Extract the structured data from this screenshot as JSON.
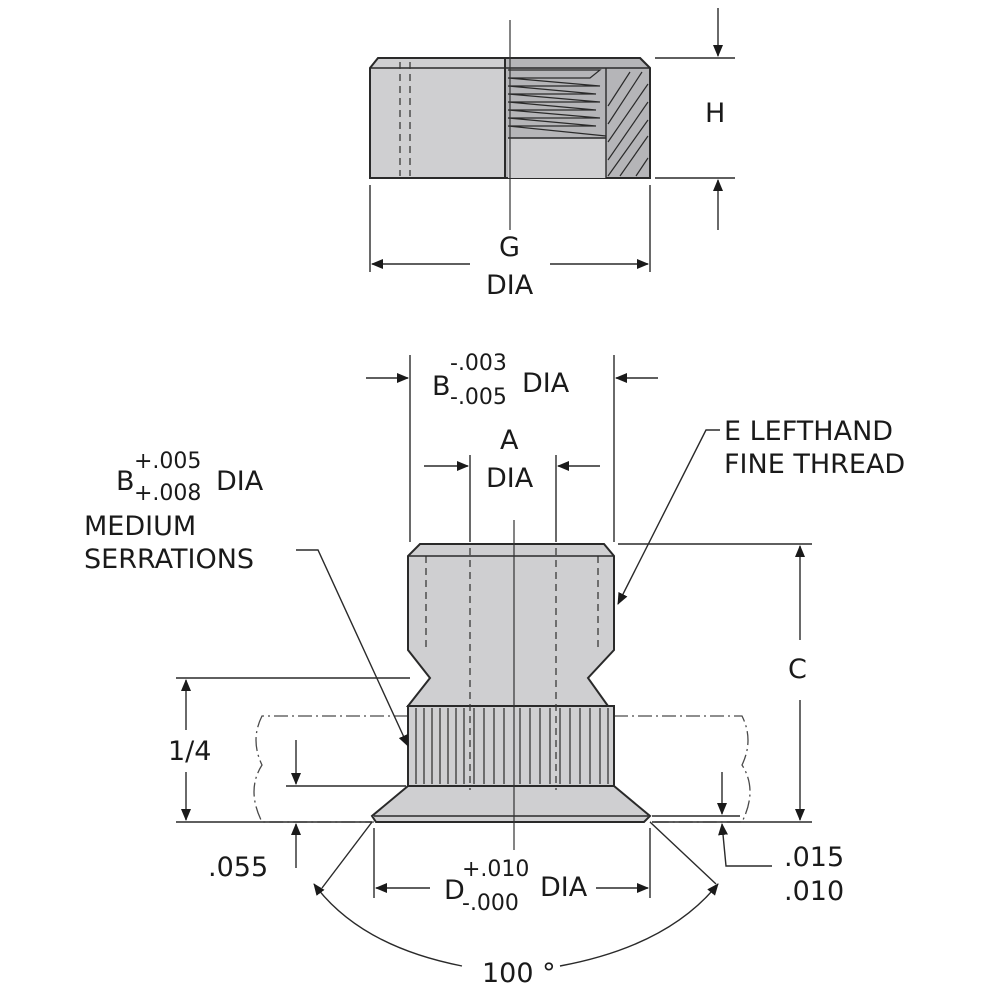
{
  "labels": {
    "h": "H",
    "g": "G",
    "g_dia": "DIA",
    "b_top_letter": "B",
    "b_top_upper": "-.003",
    "b_top_lower": "-.005",
    "b_top_dia": "DIA",
    "a": "A",
    "a_dia": "DIA",
    "b_left_letter": "B",
    "b_left_upper": "+.005",
    "b_left_lower": "+.008",
    "b_left_dia": "DIA",
    "medium": "MEDIUM",
    "serrations": "SERRATIONS",
    "e_line1": "E LEFTHAND",
    "e_line2": "FINE THREAD",
    "c": "C",
    "quarter": "1/4",
    "dot055": ".055",
    "d_letter": "D",
    "d_upper": "+.010",
    "d_lower": "-.000",
    "d_dia": "DIA",
    "dot015": ".015",
    "dot010": ".010",
    "angle": "100 °"
  }
}
